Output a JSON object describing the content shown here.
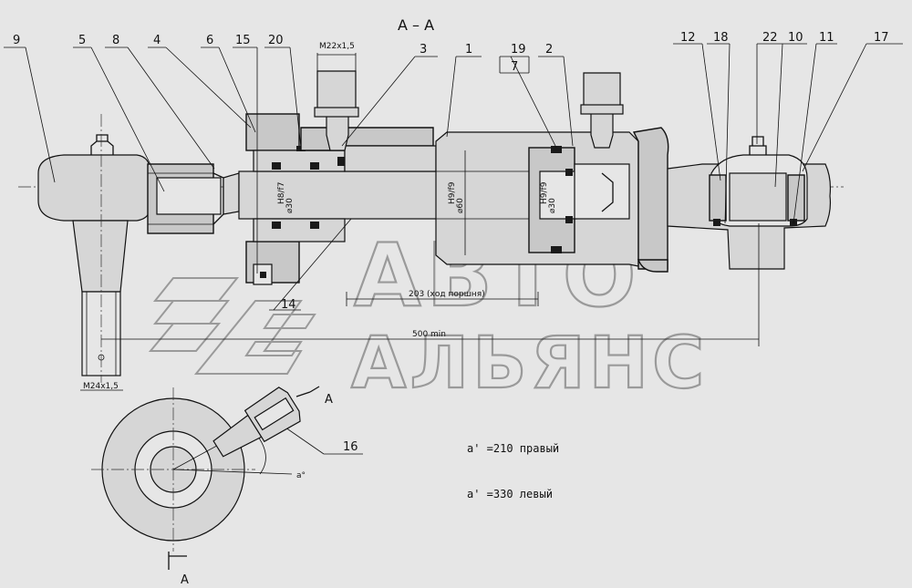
{
  "section_title": "А – А",
  "callouts": [
    "9",
    "5",
    "8",
    "4",
    "6",
    "15",
    "20",
    "3",
    "1",
    "19",
    "7",
    "2",
    "12",
    "18",
    "22",
    "10",
    "11",
    "17",
    "14",
    "16"
  ],
  "dimensions": {
    "thread_top": "M22x1,5",
    "thread_bottom": "M24x1,5",
    "rod_dia": "⌀30",
    "rod_fit": "H8/f7",
    "bore_dia": "⌀60",
    "bore_fit": "H9/f9",
    "piston_dia": "⌀30",
    "piston_fit": "H9/f9",
    "stroke": "203 (ход поршня)",
    "length": "500 min"
  },
  "notes": {
    "angle_right": "a' =210 правый",
    "angle_left": "a' =330 левый",
    "angle_mark": "a°"
  },
  "section_marks": [
    "A",
    "A"
  ],
  "watermark": {
    "line1": "АВТО",
    "line2": "АЛЬЯНС"
  }
}
